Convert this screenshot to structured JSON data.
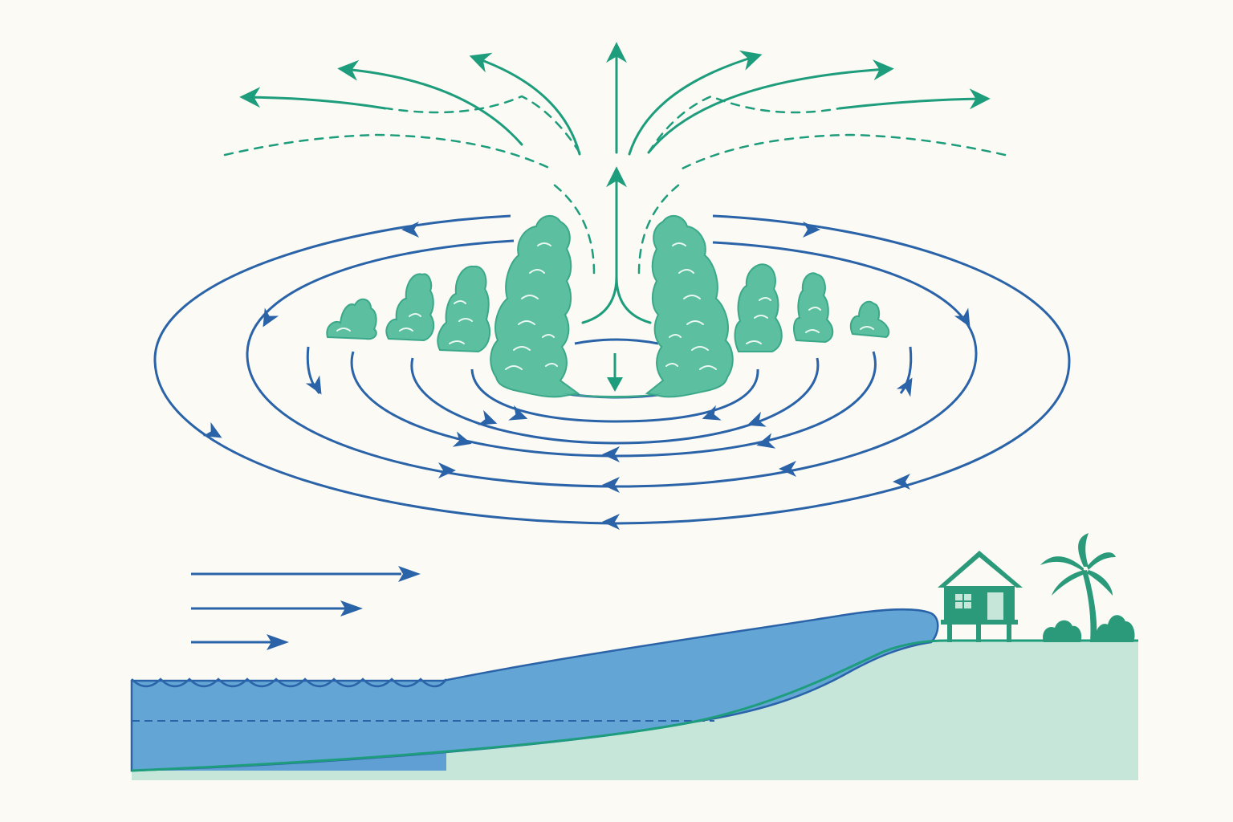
{
  "colors": {
    "background": "#fbfaf4",
    "outflow_green": "#1e9d7c",
    "inflow_blue": "#2a63a8",
    "cloud_fill": "#5cbf9f",
    "cloud_edge": "#2e9e7f",
    "surge_water": "#63a6d6",
    "ocean_water": "#5f9fd3",
    "land": "#c5e6d8",
    "land_edge": "#1e9d7c",
    "house": "#2a9a7a"
  },
  "elements": {
    "outflow_arrows": "upper-level-outflow",
    "inflow_spirals": "low-level-inflow-rings",
    "eyewall": "eyewall-clouds",
    "rainbands": "rainband-clouds",
    "eye": "eye-subsidence",
    "wind": "onshore-wind",
    "surge": "storm-surge-dome",
    "coast": "coastal-land",
    "house": "stilt-house",
    "palm": "palm-tree"
  }
}
